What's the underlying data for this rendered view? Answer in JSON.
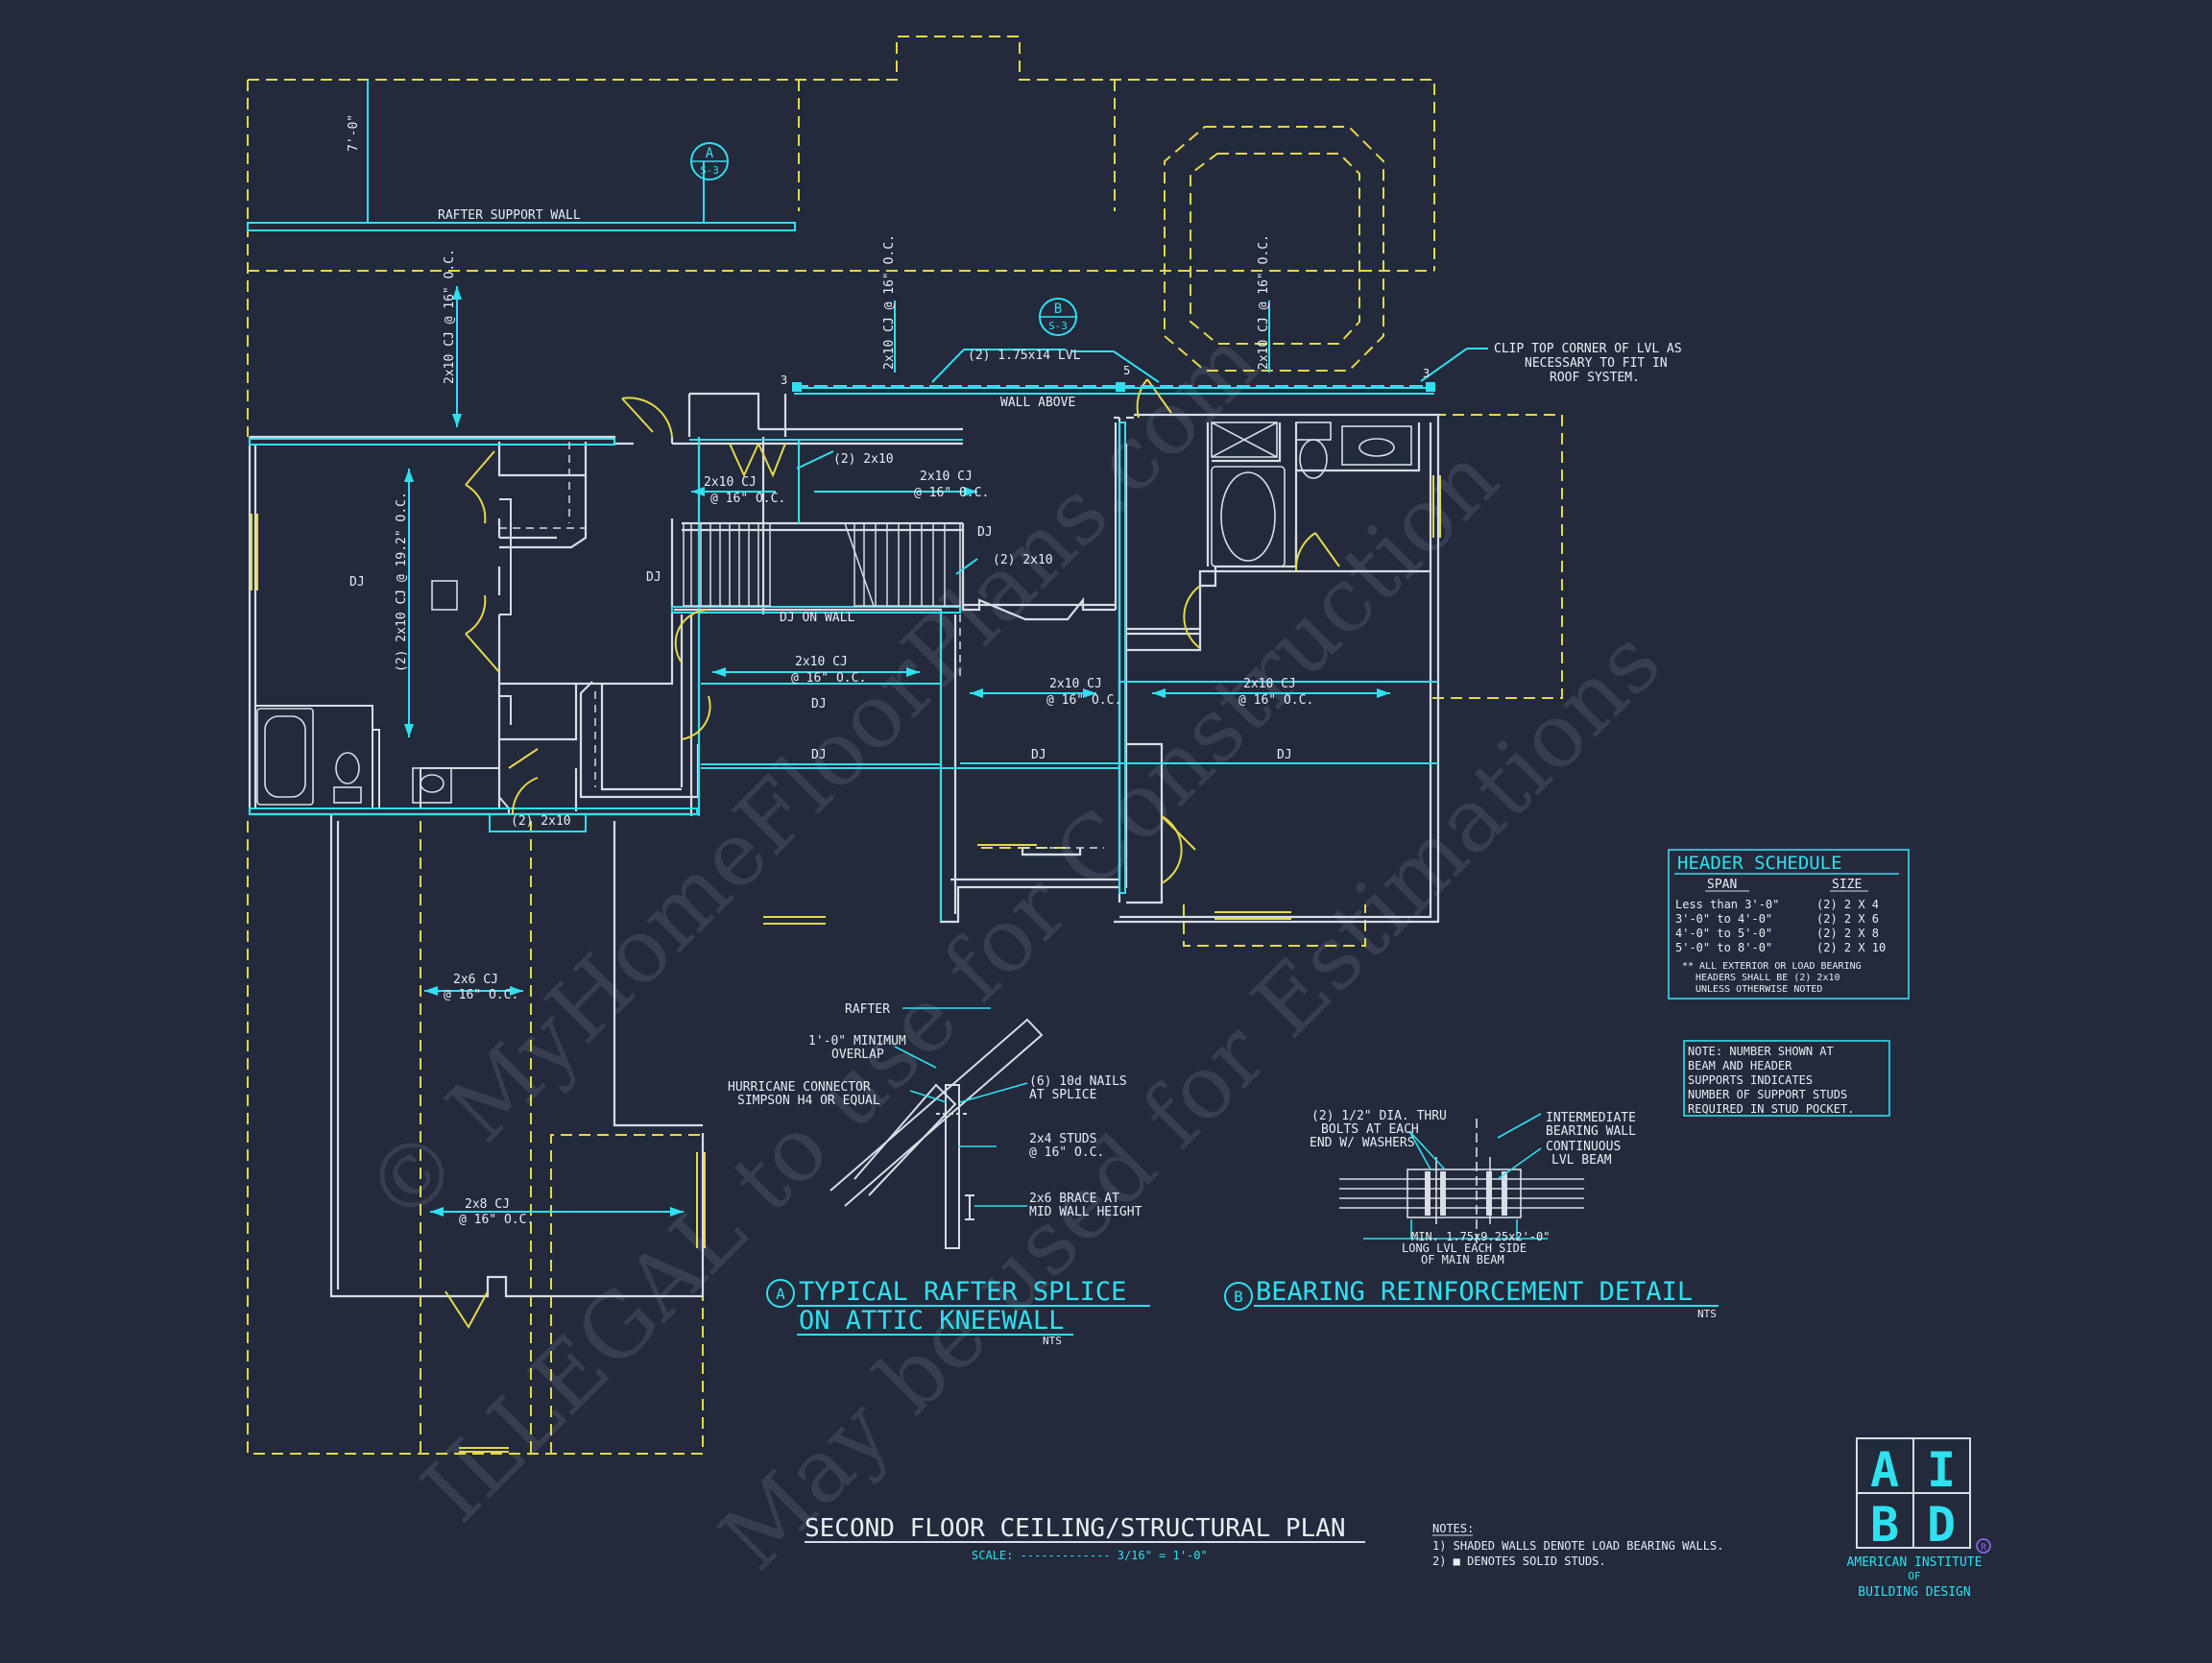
{
  "watermark": {
    "line1": "© MyHomeFloorPlans.com",
    "line2": "ILLEGAL to use for Construction",
    "line3": "May be used for Estimations"
  },
  "plan": {
    "title": "SECOND FLOOR CEILING/STRUCTURAL PLAN",
    "scale": "SCALE: ------------- 3/16\" = 1'-0\""
  },
  "labels": {
    "rafter_support_wall": "RAFTER SUPPORT WALL",
    "dim_top": "7'-0\"",
    "cj_2x10_16_a": "2x10 CJ @ 16\" O.C.",
    "cj_2x10_16_b": "2x10 CJ @ 16\" O.C.",
    "cj_2x10_16_c": "2x10 CJ @ 16\" O.C.",
    "cj_2x10_192": "(2) 2x10 CJ @ 19.2\" O.C.",
    "lvl": "(2) 1.75x14 LVL",
    "wall_above": "WALL ABOVE",
    "clip_note_1": "CLIP TOP CORNER OF LVL AS",
    "clip_note_2": "NECESSARY TO FIT IN",
    "clip_note_3": "ROOF SYSTEM.",
    "two_2x10_a": "(2) 2x10",
    "two_2x10_b": "(2) 2x10",
    "two_2x10_c": "(2) 2x10",
    "cj_2x10_left": "2x10 CJ",
    "cj_2x10_left_oc": "@ 16\" O.C.",
    "cj_2x10_center": "2x10 CJ",
    "cj_2x10_center_oc": "@ 16\" O.C.",
    "cj_2x10_hall": "2x10 CJ",
    "cj_2x10_hall_oc": "@ 16\" O.C.",
    "cj_2x10_mid": "2x10 CJ",
    "cj_2x10_mid_oc": "@ 16\" O.C.",
    "cj_2x10_right": "2x10 CJ",
    "cj_2x10_right_oc": "@ 16\" O.C.",
    "dj_on_wall": "DJ ON WALL",
    "dj": "DJ",
    "cj_2x6": "2x6 CJ",
    "cj_2x6_oc": "@ 16\" O.C.",
    "cj_2x8": "2x8 CJ",
    "cj_2x8_oc": "@ 16\" O.C.",
    "marker_a_letter": "A",
    "marker_a_sheet": "S-3",
    "marker_b_letter": "B",
    "marker_b_sheet": "S-3",
    "num_3": "3",
    "num_5": "5"
  },
  "detail_a": {
    "letter": "A",
    "title_1": "TYPICAL RAFTER SPLICE",
    "title_2": "ON ATTIC KNEEWALL",
    "nts": "NTS",
    "rafter": "RAFTER",
    "overlap_1": "1'-0\" MINIMUM",
    "overlap_2": "OVERLAP",
    "hurricane_1": "HURRICANE CONNECTOR",
    "hurricane_2": "SIMPSON H4 OR EQUAL",
    "nails_1": "(6) 10d NAILS",
    "nails_2": "AT SPLICE",
    "studs_1": "2x4 STUDS",
    "studs_2": "@ 16\" O.C.",
    "brace_1": "2x6 BRACE AT",
    "brace_2": "MID WALL HEIGHT"
  },
  "detail_b": {
    "letter": "B",
    "title": "BEARING REINFORCEMENT DETAIL",
    "nts": "NTS",
    "bolts_1": "(2) 1/2\" DIA. THRU",
    "bolts_2": "BOLTS AT EACH",
    "bolts_3": "END W/ WASHERS",
    "inter_1": "INTERMEDIATE",
    "inter_2": "BEARING WALL",
    "cont_1": "CONTINUOUS",
    "cont_2": "LVL BEAM",
    "min_1": "MIN. 1.75x9.25x2'-0\"",
    "min_2": "LONG LVL EACH SIDE",
    "min_3": "OF MAIN BEAM"
  },
  "header_schedule": {
    "title": "HEADER SCHEDULE",
    "col_span": "SPAN",
    "col_size": "SIZE",
    "rows": [
      {
        "span": "Less than 3'-0\"",
        "size": "(2) 2 X 4"
      },
      {
        "span": "3'-0\" to 4'-0\"",
        "size": "(2) 2 X 6"
      },
      {
        "span": "4'-0\" to 5'-0\"",
        "size": "(2) 2 X 8"
      },
      {
        "span": "5'-0\" to 8'-0\"",
        "size": "(2) 2 X 10"
      }
    ],
    "note_1": "** ALL EXTERIOR OR LOAD BEARING",
    "note_2": "HEADERS SHALL BE (2) 2x10",
    "note_3": "UNLESS OTHERWISE NOTED"
  },
  "stud_note": {
    "line_1": "NOTE: NUMBER SHOWN AT",
    "line_2": "BEAM AND HEADER",
    "line_3": "SUPPORTS INDICATES",
    "line_4": "NUMBER OF SUPPORT STUDS",
    "line_5": "REQUIRED IN STUD POCKET."
  },
  "notes": {
    "heading": "NOTES:",
    "note_1": "1) SHADED WALLS DENOTE LOAD BEARING WALLS.",
    "note_2": "2) ■ DENOTES SOLID STUDS."
  },
  "logo": {
    "a": "A",
    "bar": "I",
    "b": "B",
    "d": "D",
    "reg": "R",
    "line_1": "AMERICAN INSTITUTE",
    "line_2": "OF",
    "line_3": "BUILDING DESIGN"
  },
  "colors": {
    "background": "#222a3b",
    "walls": "#d8dde6",
    "dimension_cyan": "#2fe0f0",
    "dashed_yellow": "#e5d84a"
  }
}
